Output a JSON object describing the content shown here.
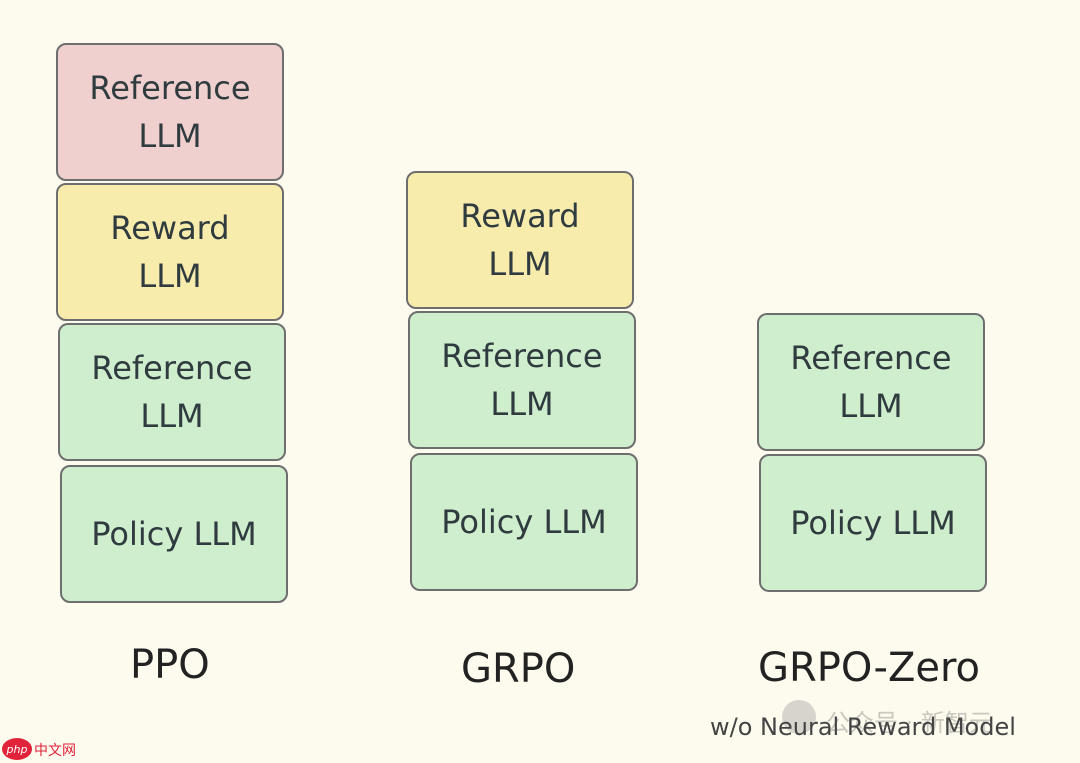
{
  "columns": [
    {
      "label": "PPO",
      "blocks": [
        {
          "text": "Reference\nLLM"
        },
        {
          "text": "Reward\nLLM"
        },
        {
          "text": "Reference\nLLM"
        },
        {
          "text": "Policy LLM"
        }
      ]
    },
    {
      "label": "GRPO",
      "blocks": [
        {
          "text": "Reward\nLLM"
        },
        {
          "text": "Reference\nLLM"
        },
        {
          "text": "Policy LLM"
        }
      ]
    },
    {
      "label": "GRPO-Zero",
      "sublabel": "w/o Neural Reward Model",
      "blocks": [
        {
          "text": "Reference\nLLM"
        },
        {
          "text": "Policy LLM"
        }
      ]
    }
  ],
  "colors": {
    "policy_reference": "#cfeecd",
    "reward": "#f8ecac",
    "frozen_reference": "#f0d0cf",
    "background": "#fdfaee"
  },
  "watermarks": {
    "wechat": "公众号 · 新智元",
    "php_logo": "php",
    "php_site": "中文网"
  }
}
